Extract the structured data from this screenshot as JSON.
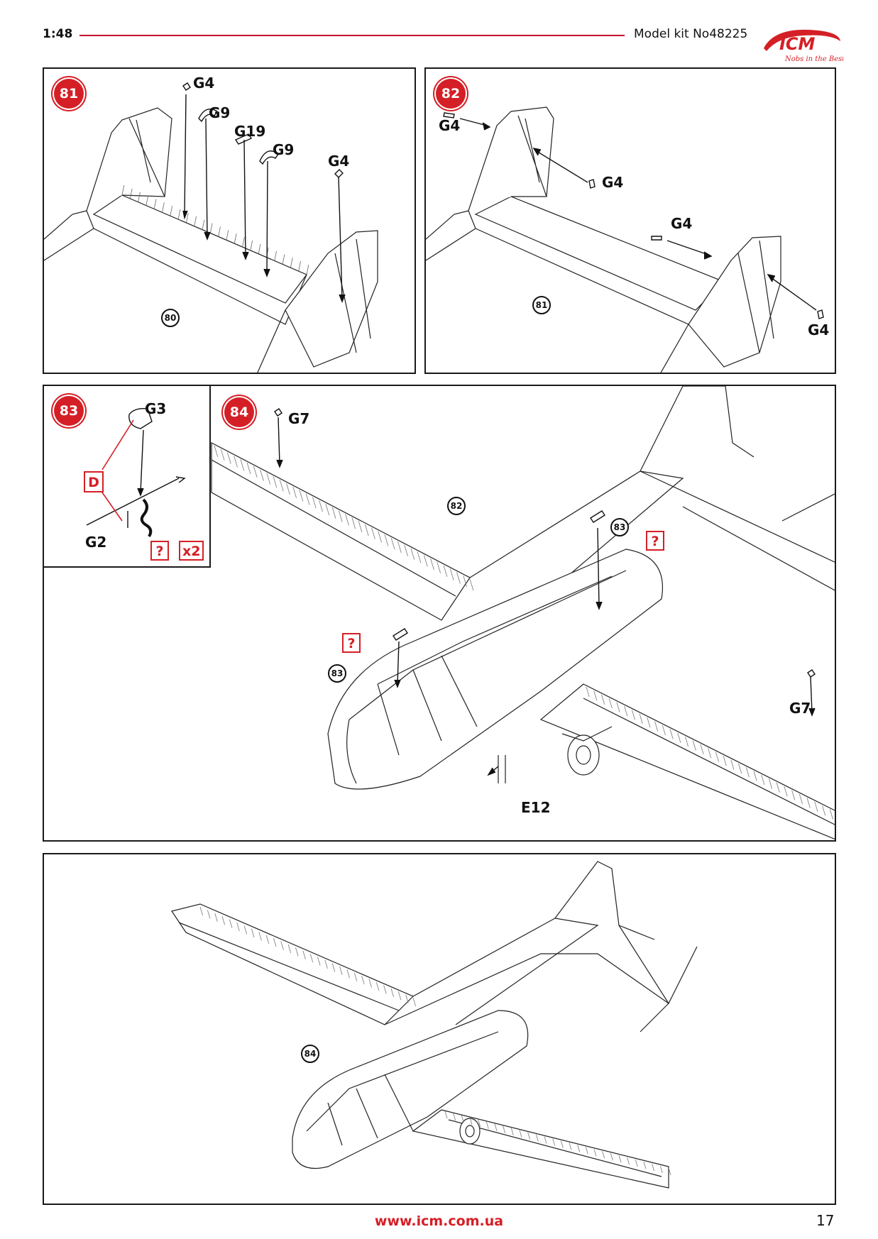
{
  "header": {
    "scale": "1:48",
    "title": "Model kit No48225",
    "logo_text": "ICM",
    "logo_slogan": "Nobs in the Best"
  },
  "steps": {
    "s81": {
      "number": "81",
      "ref": "80",
      "parts": [
        "G4",
        "G9",
        "G19",
        "G9",
        "G4"
      ]
    },
    "s82": {
      "number": "82",
      "ref": "81",
      "parts": [
        "G4",
        "G4",
        "G4",
        "G4"
      ]
    },
    "s83": {
      "number": "83",
      "parts": [
        "G3",
        "G2"
      ],
      "paint_code": "D",
      "question": "?",
      "quantity": "x2"
    },
    "s84": {
      "number": "84",
      "ref_main": "82",
      "ref_sub": "83",
      "parts": [
        "G7",
        "G7",
        "E12"
      ],
      "question": "?"
    },
    "final": {
      "ref": "84"
    }
  },
  "footer": {
    "url": "www.icm.com.ua",
    "page": "17"
  },
  "colors": {
    "accent": "#d51f26",
    "line": "#1a1a1a"
  }
}
